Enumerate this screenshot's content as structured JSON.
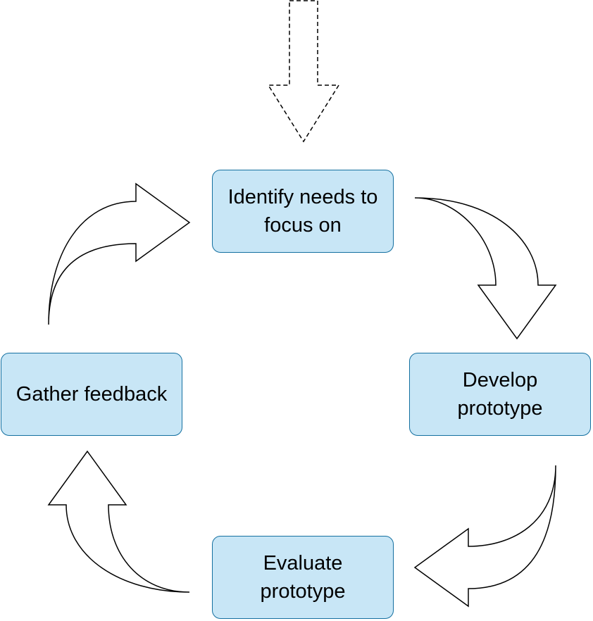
{
  "diagram": {
    "nodes": [
      {
        "id": "identify",
        "label": "Identify needs to focus on"
      },
      {
        "id": "develop",
        "label": "Develop prototype"
      },
      {
        "id": "evaluate",
        "label": "Evaluate prototype"
      },
      {
        "id": "gather",
        "label": "Gather feedback"
      }
    ],
    "edges": [
      {
        "from": "",
        "to": "identify",
        "style": "dashed",
        "shape": "straight-arrow"
      },
      {
        "from": "identify",
        "to": "develop",
        "style": "solid",
        "shape": "curved-arrow"
      },
      {
        "from": "develop",
        "to": "evaluate",
        "style": "solid",
        "shape": "curved-arrow"
      },
      {
        "from": "evaluate",
        "to": "gather",
        "style": "solid",
        "shape": "curved-arrow"
      },
      {
        "from": "gather",
        "to": "identify",
        "style": "solid",
        "shape": "curved-arrow"
      }
    ],
    "colors": {
      "node_fill": "#c8e6f6",
      "node_border": "#1470a0",
      "arrow_stroke": "#000000",
      "arrow_fill": "#ffffff"
    }
  }
}
